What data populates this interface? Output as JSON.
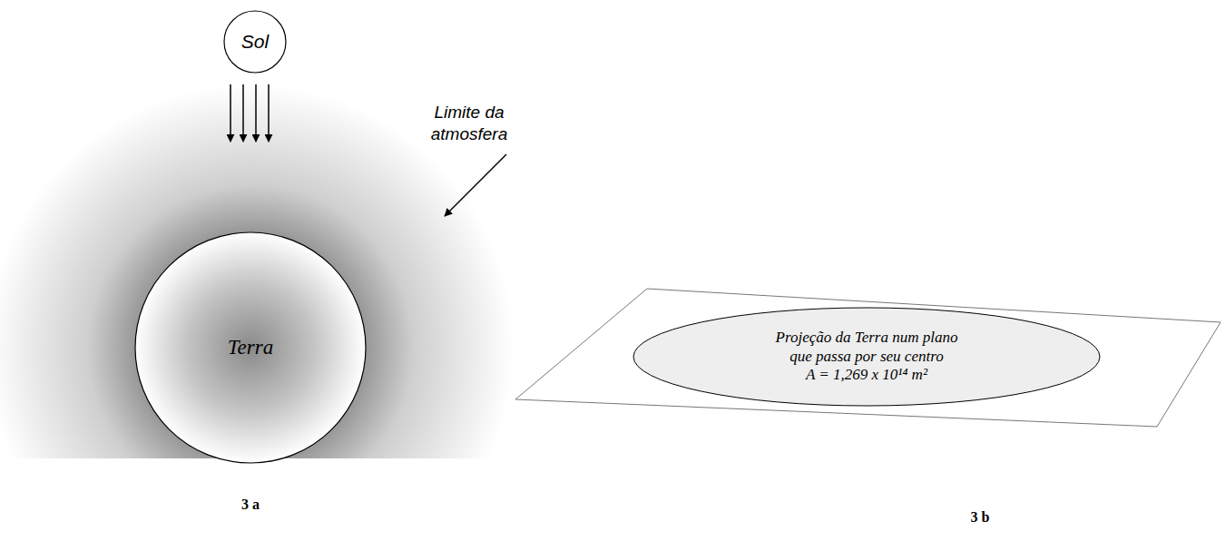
{
  "diagram": {
    "nodes": [
      {
        "text": [
          "Sol"
        ]
      },
      {
        "text": [
          "Terra"
        ]
      },
      {
        "text": [
          "Projeção da Terra num plano que passa por seu centro",
          "A = 1,269 x 10¹⁴ m²"
        ]
      }
    ],
    "labels": [
      "Limite da atmosfera",
      "3 a",
      "3 b"
    ]
  }
}
